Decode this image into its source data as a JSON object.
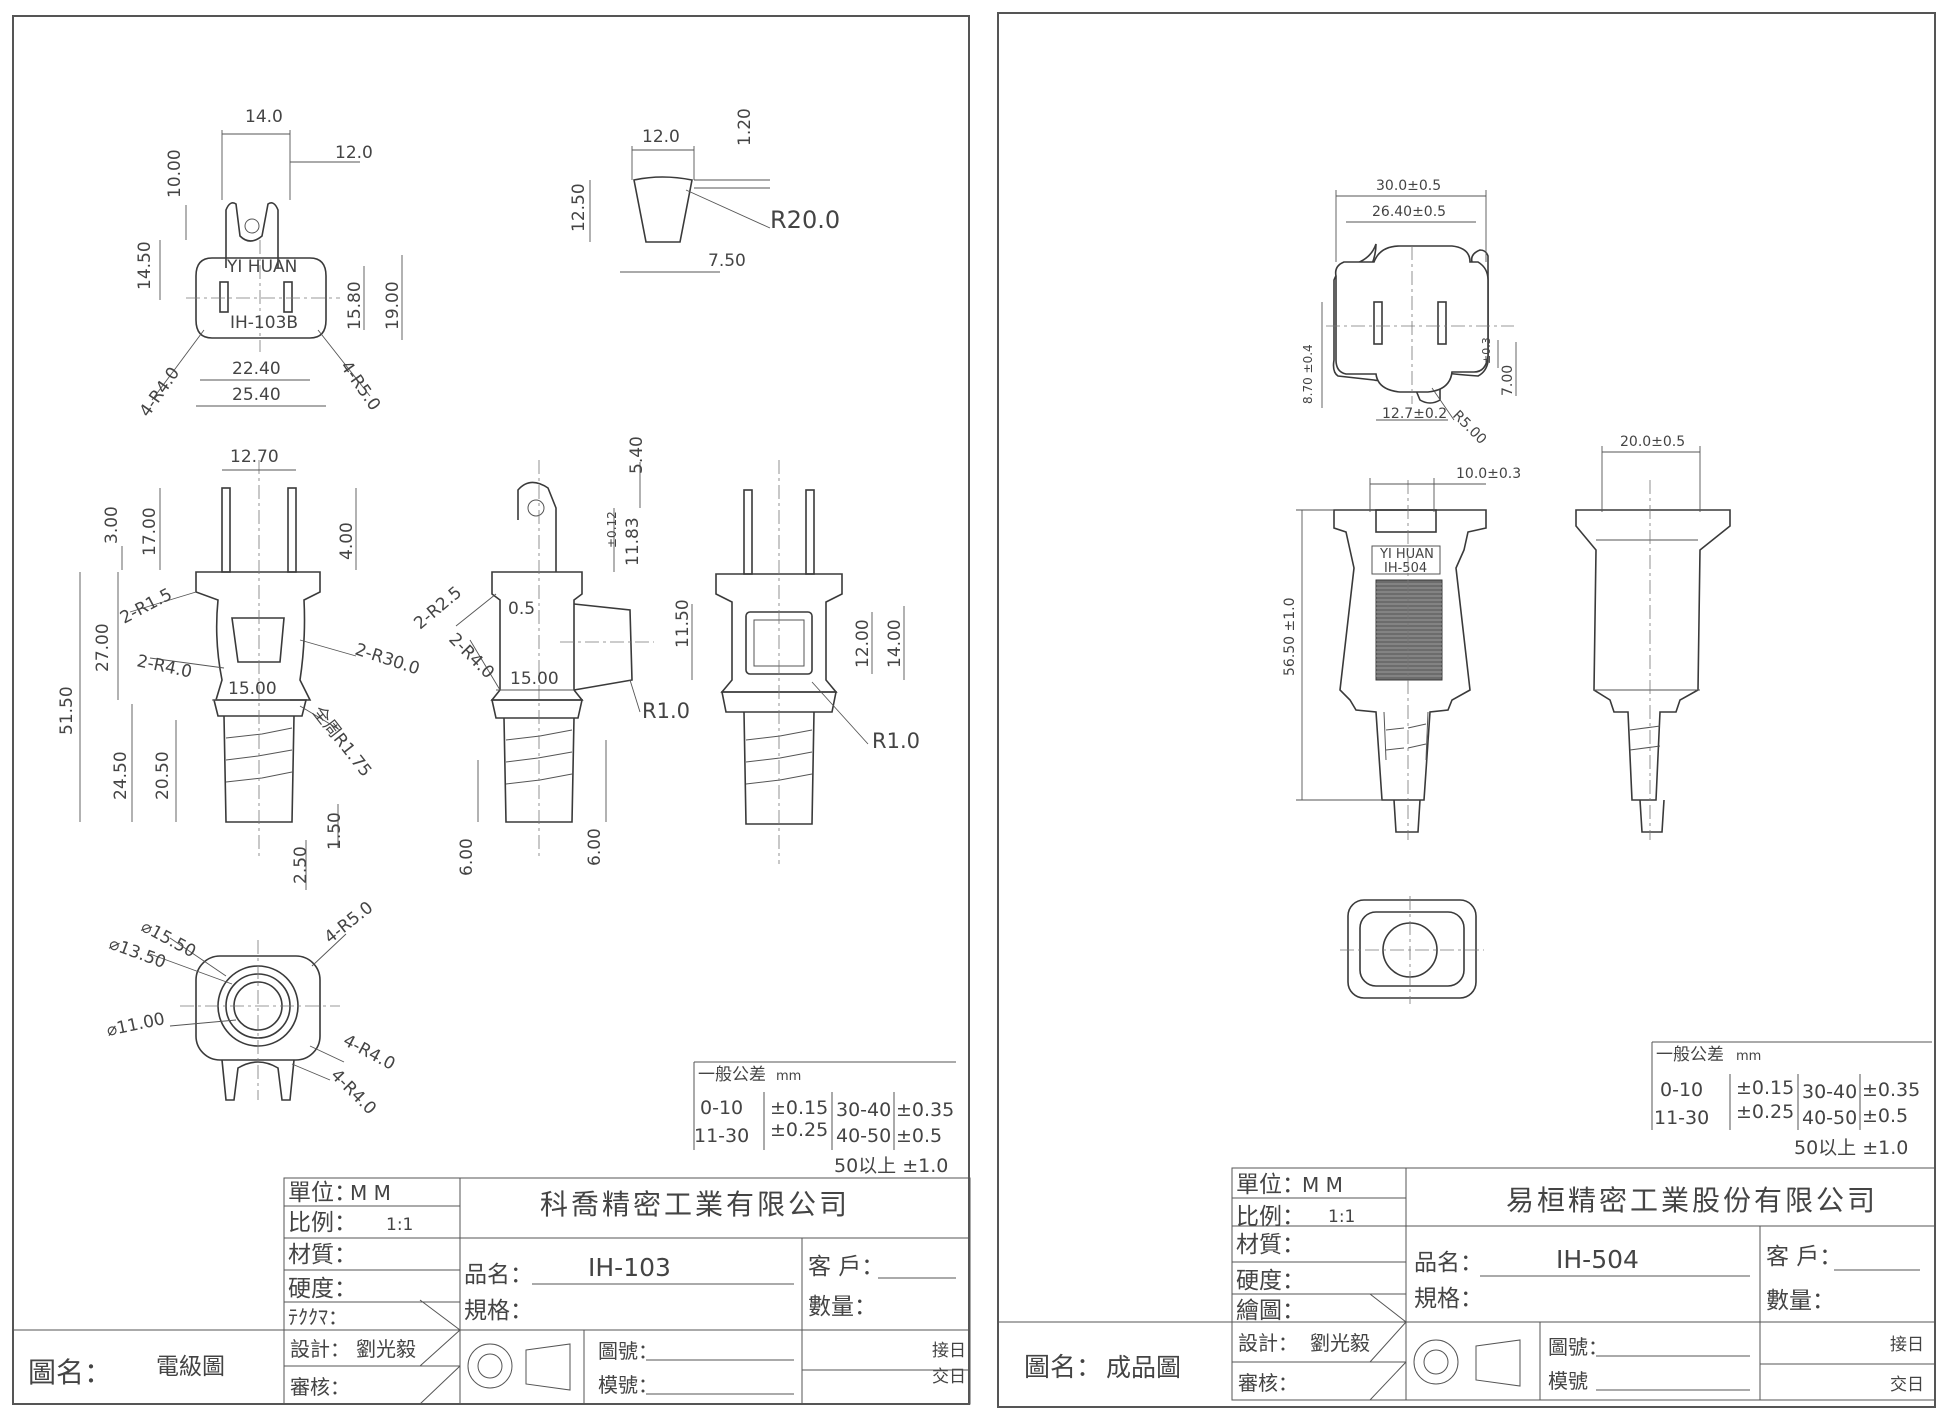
{
  "sheets": [
    {
      "company": "科喬精密工業有限公司",
      "unit_label": "單位：",
      "unit_value": "M    M",
      "scale_label": "比例：",
      "scale_value": "1:1",
      "material_label": "材質：",
      "hardness_label": "硬度：",
      "extra_label": "ﾃｸｸﾏ：",
      "product_label": "品名：",
      "product_value": "IH-103",
      "spec_label": "規格：",
      "customer_label": "客 戶：",
      "quantity_label": "數量：",
      "design_label": "設計：",
      "designer": "劉光毅",
      "review_label": "審核：",
      "drawing_no_label": "圖號：",
      "mold_no_label": "模號：",
      "receive_label": "接日",
      "deliver_label": "交日",
      "drawing_name_label": "圖名：",
      "drawing_name_value": "電級圖",
      "tolerance": {
        "title": "一般公差",
        "unit": "mm",
        "rows": [
          [
            "0-10",
            "±0.15",
            "30-40",
            "±0.35"
          ],
          [
            "11-30",
            "±0.25",
            "40-50",
            "±0.5"
          ]
        ],
        "over": "50以上  ±1.0"
      },
      "top_view": {
        "brand": "YI HUAN",
        "model": "IH-103B",
        "dims": {
          "d14": "14.0",
          "d12": "12.0",
          "d10": "10.00",
          "d1450": "14.50",
          "d1580": "15.80",
          "d19": "19.00",
          "d2240": "22.40",
          "d2540": "25.40",
          "r4": "4-R4.0",
          "r5": "4-R5.0"
        }
      },
      "section_view": {
        "dims": {
          "w": "12.0",
          "t": "1.20",
          "h": "12.50",
          "r": "R20.0",
          "b": "7.50"
        }
      },
      "front_view": {
        "dims": {
          "w": "12.70",
          "a": "3.00",
          "b": "17.00",
          "c": "4.00",
          "d": "27.00",
          "e": "51.50",
          "f": "24.50",
          "g": "20.50",
          "h": "1.50",
          "i": "2.50",
          "j": "15.00",
          "r1": "2-R1.5",
          "r2": "2-R4.0",
          "r3": "2-R30.0",
          "r4": "全周R1.75"
        }
      },
      "side_view": {
        "dims": {
          "a": "5.40",
          "b": "±0.12",
          "c": "11.83",
          "d": "0.5",
          "e": "11.50",
          "f": "15.00",
          "g": "6.00",
          "h": "6.00",
          "r1": "2-R2.5",
          "r2": "2-R4.0",
          "r3": "R1.0"
        }
      },
      "back_view": {
        "dims": {
          "a": "12.00",
          "b": "14.00",
          "r": "R1.0"
        }
      },
      "bottom_view": {
        "dims": {
          "a": "⌀15.50",
          "b": "⌀13.50",
          "c": "⌀11.00",
          "r1": "4-R5.0",
          "r2": "4-R4.0",
          "r3": "4-R4.0"
        }
      }
    },
    {
      "company": "易桓精密工業股份有限公司",
      "unit_label": "單位：",
      "unit_value": "M    M",
      "scale_label": "比例：",
      "scale_value": "1:1",
      "material_label": "材質：",
      "hardness_label": "硬度：",
      "extra_label": "繪圖：",
      "product_label": "品名：",
      "product_value": "IH-504",
      "spec_label": "規格：",
      "customer_label": "客 戶：",
      "quantity_label": "數量：",
      "design_label": "設計：",
      "designer": "劉光毅",
      "review_label": "審核：",
      "drawing_no_label": "圖號：",
      "mold_no_label": "模號",
      "receive_label": "接日",
      "deliver_label": "交日",
      "drawing_name_label": "圖名：",
      "drawing_name_value": "成品圖",
      "tolerance": {
        "title": "一般公差",
        "unit": "mm",
        "rows": [
          [
            "0-10",
            "±0.15",
            "30-40",
            "±0.35"
          ],
          [
            "11-30",
            "±0.25",
            "40-50",
            "±0.5"
          ]
        ],
        "over": "50以上  ±1.0"
      },
      "top_view": {
        "dims": {
          "a": "30.0±0.5",
          "b": "26.40±0.5",
          "c": "8.70 ±0.4",
          "d": "12.7±0.2",
          "e": "R5.00",
          "f": "±0.3",
          "g": "7.00"
        }
      },
      "front_view": {
        "brand": "YI HUAN",
        "model": "IH-504",
        "dims": {
          "a": "10.0±0.3",
          "b": "56.50 ±1.0"
        }
      },
      "side_view": {
        "dims": {
          "a": "20.0±0.5"
        }
      }
    }
  ]
}
